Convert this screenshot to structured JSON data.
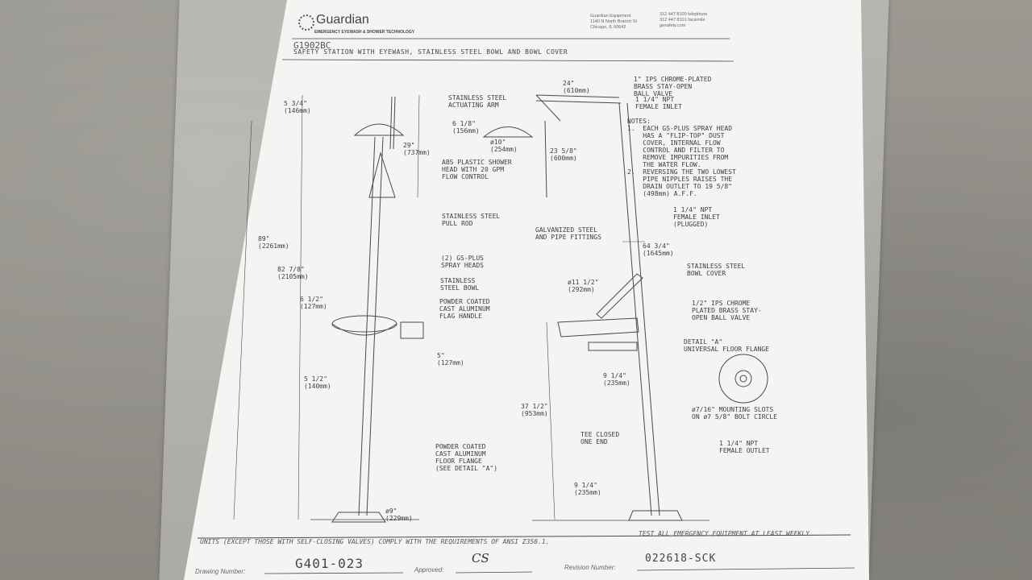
{
  "header": {
    "brand": "Guardian",
    "tagline": "EMERGENCY EYEWASH & SHOWER TECHNOLOGY",
    "address": [
      "Guardian Equipment",
      "1140 N North Branch St",
      "Chicago, IL 60642"
    ],
    "phone": [
      "312 447 8100 telephone",
      "312 447 8101 facsimile",
      "gesafety.com"
    ],
    "model": "G1902BC",
    "subtitle": "SAFETY STATION WITH EYEWASH, STAINLESS STEEL BOWL AND BOWL COVER"
  },
  "left_labels": {
    "dim_top": "5 3/4\"\n(146mm)",
    "dim_head": "29\"\n(737mm)",
    "dim_overall": "89\"\n(2261mm)",
    "dim_height": "82 7/8\"\n(2105mm)",
    "dim_bowl": "6 1/2\"\n(127mm)",
    "dim_flag": "5\"\n(127mm)",
    "dim_offset": "5 1/2\"\n(140mm)",
    "dim_base": "ø9\"\n(229mm)",
    "pull_rod": "STAINLESS STEEL\nPULL ROD",
    "spray_heads": "(2) GS-PLUS\nSPRAY HEADS",
    "bowl": "STAINLESS\nSTEEL BOWL",
    "flag_handle": "POWDER COATED\nCAST ALUMINUM\nFLAG HANDLE",
    "floor_flange": "POWDER COATED\nCAST ALUMINUM\nFLOOR FLANGE\n(SEE DETAIL \"A\")"
  },
  "right_labels": {
    "actuating_arm": "STAINLESS STEEL\nACTUATING ARM",
    "dim_width": "24\"\n(610mm)",
    "ball_valve": "1\" IPS CHROME-PLATED\nBRASS STAY-OPEN\nBALL VALVE",
    "inlet_top": "1 1/4\" NPT\nFEMALE INLET",
    "dim_head_offset": "6 1/8\"\n(156mm)",
    "dim_head_dia": "ø10\"\n(254mm)",
    "dim_drop": "23 5/8\"\n(600mm)",
    "shower_head": "ABS PLASTIC SHOWER\nHEAD WITH 20 GPM\nFLOW CONTROL",
    "notes": "NOTES:\n1.  EACH GS-PLUS SPRAY HEAD\n    HAS A \"FLIP-TOP\" DUST\n    COVER, INTERNAL FLOW\n    CONTROL AND FILTER TO\n    REMOVE IMPURITIES FROM\n    THE WATER FLOW.\n2.  REVERSING THE TWO LOWEST\n    PIPE NIPPLES RAISES THE\n    DRAIN OUTLET TO 19 5/8\"\n    (498mm) A.F.F.",
    "inlet_plugged": "1 1/4\" NPT\nFEMALE INLET\n(PLUGGED)",
    "galvanized": "GALVANIZED STEEL\nAND PIPE FITTINGS",
    "dim_inlet_height": "64 3/4\"\n(1645mm)",
    "bowl_cover": "STAINLESS STEEL\nBOWL COVER",
    "dim_bowl_dia": "ø11 1/2\"\n(292mm)",
    "eyewash_valve": "1/2\" IPS CHROME\nPLATED BRASS STAY-\nOPEN BALL VALVE",
    "detail_a": "DETAIL \"A\"\nUNIVERSAL FLOOR FLANGE",
    "dim_bowl_offset": "9 1/4\"\n(235mm)",
    "dim_eyewash_height": "37 1/2\"\n(953mm)",
    "mounting_slots": "ø7/16\" MOUNTING SLOTS\nON ø7 5/8\" BOLT CIRCLE",
    "tee_closed": "TEE CLOSED\nONE END",
    "outlet": "1 1/4\" NPT\nFEMALE OUTLET",
    "dim_bottom": "9 1/4\"\n(235mm)"
  },
  "footer": {
    "units_note": "UNITS (EXCEPT THOSE WITH SELF-CLOSING VALVES) COMPLY WITH THE REQUIREMENTS OF ANSI Z358.1.",
    "test_note": "TEST ALL EMERGENCY EQUIPMENT AT LEAST WEEKLY.",
    "drawing_number_label": "Drawing Number:",
    "drawing_number": "G401-023",
    "approved_label": "Approved:",
    "approved": "CS",
    "revision_label": "Revision Number:",
    "revision": "022618-SCK"
  }
}
